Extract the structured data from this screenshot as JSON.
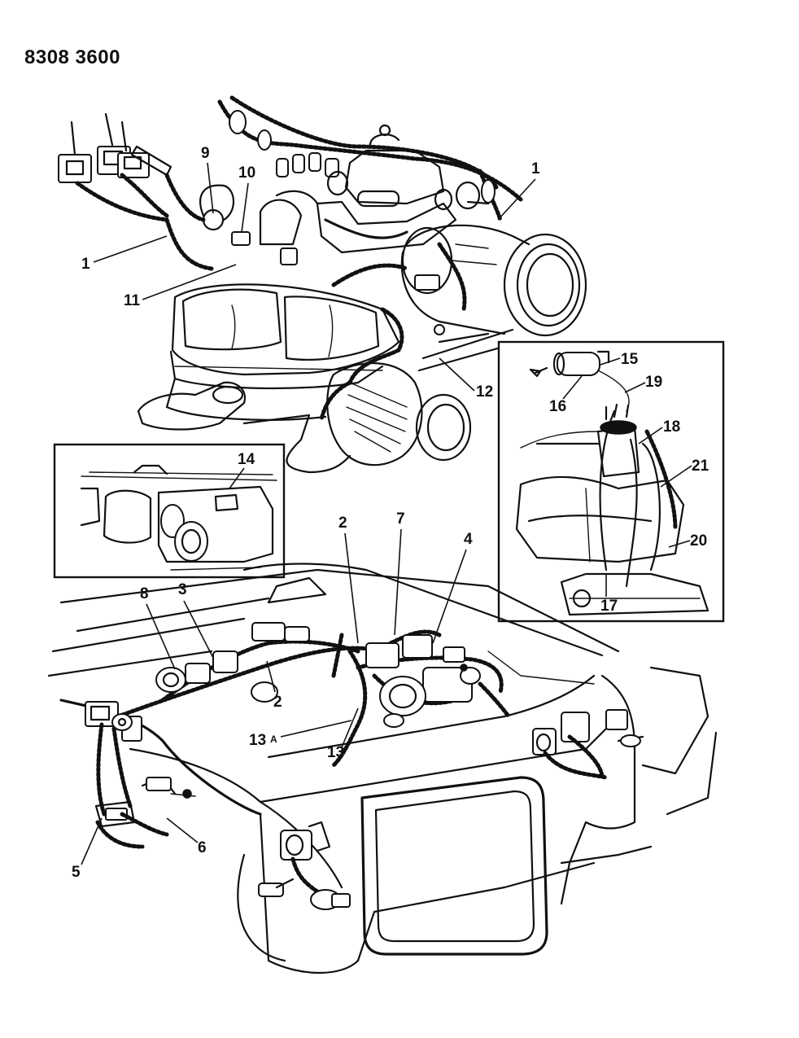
{
  "document_number": "8308 3600",
  "callouts": [
    {
      "id": "c1a",
      "text": "1"
    },
    {
      "id": "c9",
      "text": "9"
    },
    {
      "id": "c10",
      "text": "10"
    },
    {
      "id": "c1b",
      "text": "1"
    },
    {
      "id": "c11",
      "text": "11"
    },
    {
      "id": "c12",
      "text": "12"
    },
    {
      "id": "c14",
      "text": "14"
    },
    {
      "id": "c15",
      "text": "15"
    },
    {
      "id": "c16",
      "text": "16"
    },
    {
      "id": "c19",
      "text": "19"
    },
    {
      "id": "c18",
      "text": "18"
    },
    {
      "id": "c21",
      "text": "21"
    },
    {
      "id": "c20",
      "text": "20"
    },
    {
      "id": "c17",
      "text": "17"
    },
    {
      "id": "c2a",
      "text": "2"
    },
    {
      "id": "c7",
      "text": "7"
    },
    {
      "id": "c4",
      "text": "4"
    },
    {
      "id": "c8",
      "text": "8"
    },
    {
      "id": "c3",
      "text": "3"
    },
    {
      "id": "c2b",
      "text": "2"
    },
    {
      "id": "c13a",
      "text": "13"
    },
    {
      "id": "c13a_suffix",
      "text": "A"
    },
    {
      "id": "c13",
      "text": "13"
    },
    {
      "id": "c6",
      "text": "6"
    },
    {
      "id": "c5",
      "text": "5"
    }
  ]
}
